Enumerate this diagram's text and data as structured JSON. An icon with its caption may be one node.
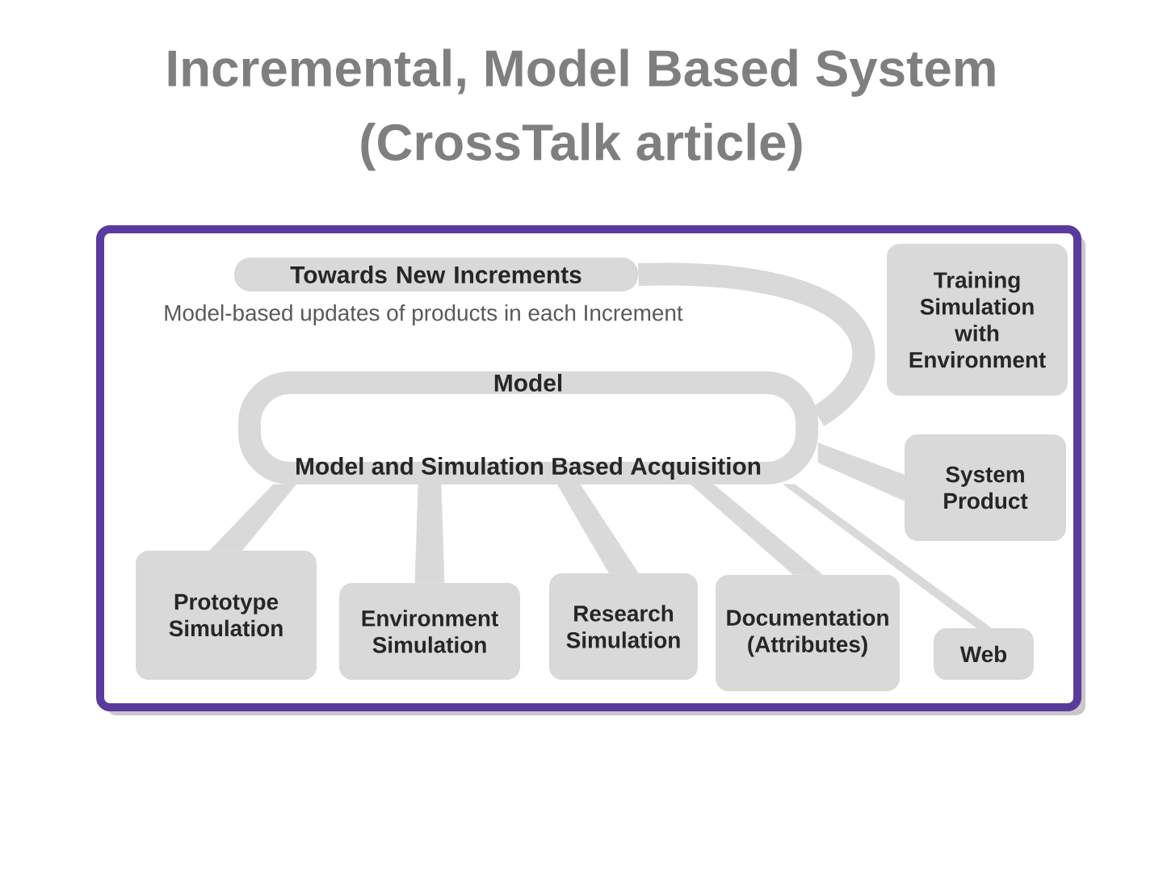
{
  "diagram": {
    "title": "Incremental, Model Based System (CrossTalk article)",
    "nodes": [
      {
        "text": [
          "Towards New Increments"
        ],
        "beside": [
          "Model-based updates of products in each Increment"
        ]
      },
      {
        "text": [
          "Training Simulation with Environment"
        ]
      },
      {
        "text": [
          "Model",
          "Model and Simulation Based Acquisition"
        ]
      },
      {
        "text": [
          "System Product"
        ]
      },
      {
        "text": [
          "Prototype Simulation"
        ]
      },
      {
        "text": [
          "Environment Simulation"
        ]
      },
      {
        "text": [
          "Research Simulation"
        ]
      },
      {
        "text": [
          "Documentation (Attributes)"
        ]
      },
      {
        "text": [
          "Web"
        ]
      }
    ],
    "edges": [
      {
        "from": 2,
        "to": 0,
        "arrow": "none"
      },
      {
        "from": 2,
        "to": 3,
        "arrow": "none"
      },
      {
        "from": 2,
        "to": 4,
        "arrow": "none"
      },
      {
        "from": 2,
        "to": 5,
        "arrow": "none"
      },
      {
        "from": 2,
        "to": 6,
        "arrow": "none"
      },
      {
        "from": 2,
        "to": 7,
        "arrow": "none"
      },
      {
        "from": 2,
        "to": 8,
        "arrow": "none"
      }
    ]
  }
}
